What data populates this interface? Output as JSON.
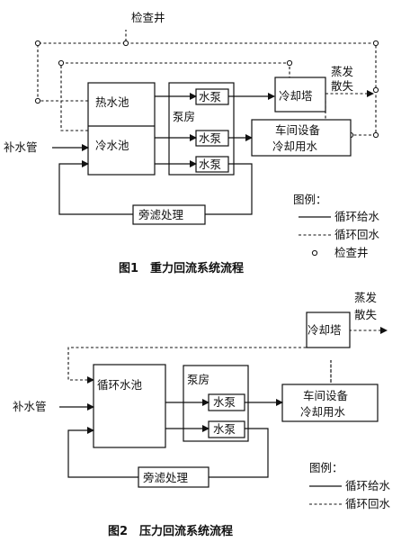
{
  "diagram1": {
    "caption": "图1　重力回流系统流程",
    "inspection_well": "检查井",
    "hot_pool": "热水池",
    "cold_pool": "冷水池",
    "pump_room": "泵房",
    "pump": "水泵",
    "cooling_tower": "冷却塔",
    "evaporation_line1": "蒸发",
    "evaporation_line2": "散失",
    "makeup_pipe": "补水管",
    "workshop_line1": "车间设备",
    "workshop_line2": "冷却用水",
    "bypass_filter": "旁滤处理",
    "legend_title": "图例：",
    "legend_supply": "循环给水",
    "legend_return": "循环回水",
    "legend_well": "检查井"
  },
  "diagram2": {
    "caption": "图2　压力回流系统流程",
    "cooling_tower": "冷却塔",
    "evaporation_line1": "蒸发",
    "evaporation_line2": "散失",
    "circulation_pool": "循环水池",
    "pump_room": "泵房",
    "pump": "水泵",
    "makeup_pipe": "补水管",
    "workshop_line1": "车间设备",
    "workshop_line2": "冷却用水",
    "bypass_filter": "旁滤处理",
    "legend_title": "图例：",
    "legend_supply": "循环给水",
    "legend_return": "循环回水"
  }
}
